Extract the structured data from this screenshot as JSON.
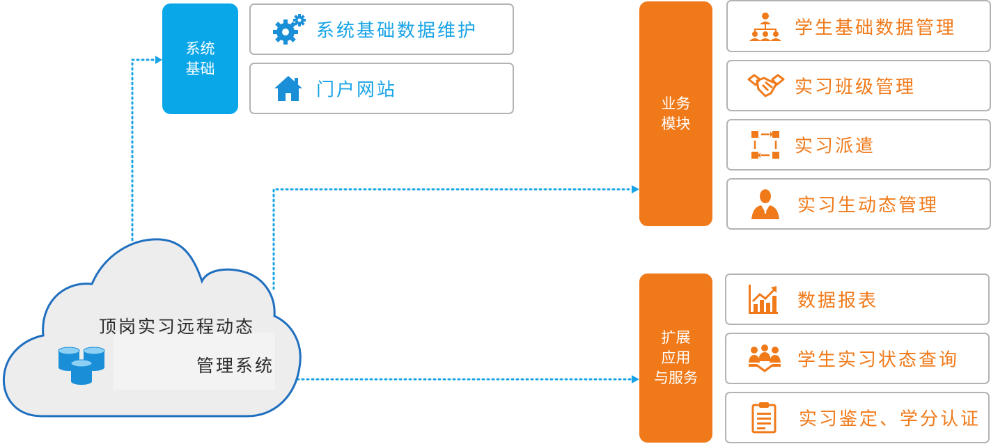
{
  "cloud": {
    "line1": "顶岗实习远程动态",
    "line2": "管理系统",
    "icon": "database-icon"
  },
  "groups": [
    {
      "title": [
        "系统",
        "基础"
      ],
      "color": "#0aa7e8",
      "items": [
        {
          "label": "系统基础数据维护",
          "icon": "gears-icon"
        },
        {
          "label": "门户网站",
          "icon": "home-icon"
        }
      ]
    },
    {
      "title": [
        "业务",
        "模块"
      ],
      "color": "#f07a1a",
      "items": [
        {
          "label": "学生基础数据管理",
          "icon": "org-chart-icon"
        },
        {
          "label": "实习班级管理",
          "icon": "handshake-icon"
        },
        {
          "label": "实习派遣",
          "icon": "dispatch-icon"
        },
        {
          "label": "实习生动态管理",
          "icon": "person-icon"
        }
      ]
    },
    {
      "title": [
        "扩展",
        "应用",
        "与服务"
      ],
      "color": "#f07a1a",
      "items": [
        {
          "label": "数据报表",
          "icon": "bar-chart-icon"
        },
        {
          "label": "学生实习状态查询",
          "icon": "team-icon"
        },
        {
          "label": "实习鉴定、学分认证",
          "icon": "clipboard-icon"
        }
      ]
    }
  ],
  "colors": {
    "blue": "#0aa7e8",
    "orange": "#f07a1a",
    "cloud_border": "#1f6fbf",
    "connector": "#19a4e6",
    "item_border": "#b3b3b3"
  }
}
